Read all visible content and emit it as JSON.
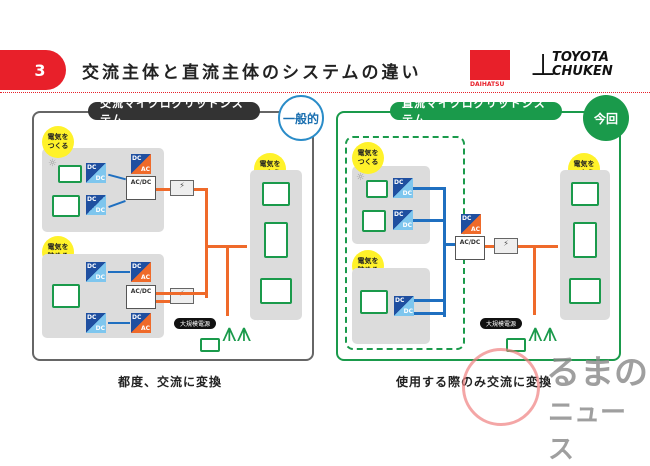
{
  "header": {
    "slide_number": "3",
    "title": "交流主体と直流主体のシステムの違い",
    "logos": {
      "daihatsu": "DAIHATSU",
      "toyota_line1": "TOYOTA",
      "toyota_line2": "CHUKEN"
    }
  },
  "ac_system": {
    "title": "交流マイクログリッドシステム",
    "badge": "一般的",
    "generate_label": "電気を\nつくる",
    "store_label": "電気を\n貯める",
    "use_label": "電気を\nつかう",
    "grid_label": "大規模電源",
    "caption": "都度、交流に変換",
    "converters": {
      "dcdc_top": "DC",
      "dcdc_bottom": "DC",
      "dcac_top": "DC",
      "dcac_bottom": "AC",
      "acdc": "AC/DC"
    }
  },
  "dc_system": {
    "title": "直流マイクログリッドシステム",
    "badge": "今回",
    "generate_label": "電気を\nつくる",
    "store_label": "電気を\n貯める",
    "use_label": "電気を\nつかう",
    "grid_label": "大規模電源",
    "caption": "使用する際のみ交流に変換",
    "converters": {
      "dcdc_top": "DC",
      "dcdc_bottom": "DC",
      "dcac_top": "DC",
      "dcac_bottom": "AC",
      "acdc": "AC/DC"
    }
  },
  "icons": [
    "solar-panel-icon",
    "generator-icon",
    "battery-icon",
    "transformer-icon",
    "house-icon",
    "building-icon",
    "factory-icon",
    "power-tower-icon",
    "power-plant-icon",
    "sun-icon"
  ],
  "colors": {
    "ac_line": "#ef6a2a",
    "dc_line": "#1f6fc0",
    "accent_red": "#e8202a",
    "green": "#1a9a4b"
  },
  "watermark": {
    "line1": "るまの",
    "line2": "ニュース"
  }
}
